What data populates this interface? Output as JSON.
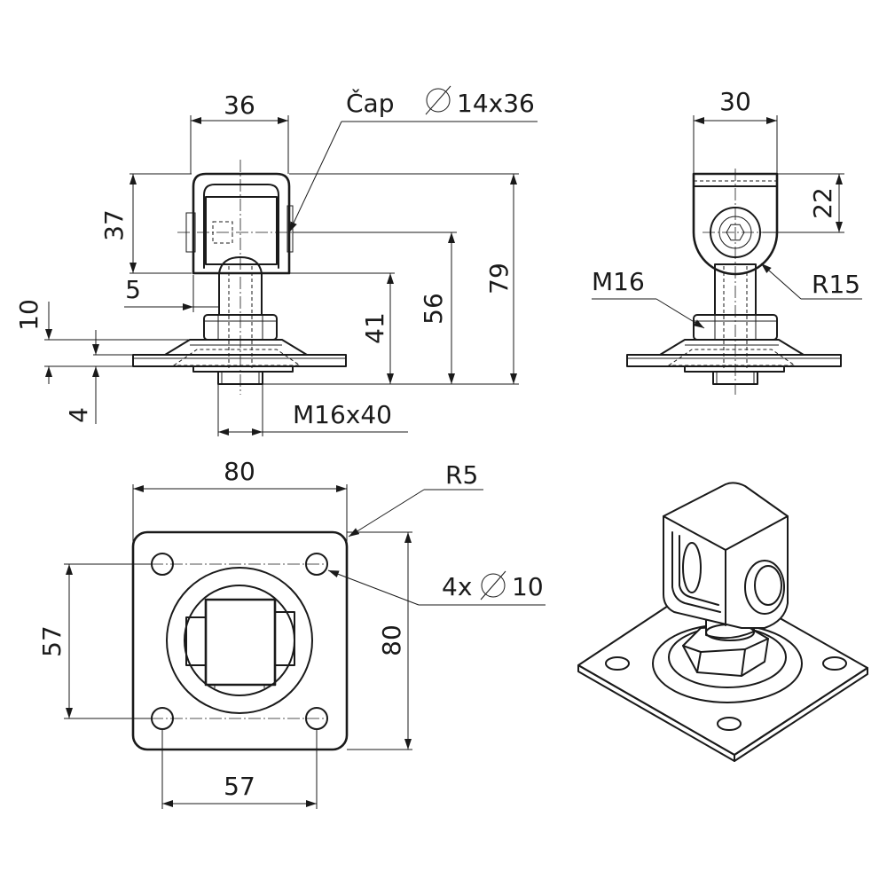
{
  "labels": {
    "front_width": "36",
    "pin_prefix": "Čap",
    "pin_size": "14x36",
    "height_top": "37",
    "offset_5": "5",
    "plate_thickness": "10",
    "nut_thickness": "4",
    "height_41": "41",
    "height_56": "56",
    "overall_height": "79",
    "thread_spec": "M16x40",
    "side_width": "30",
    "side_height": "22",
    "side_thread": "M16",
    "side_radius": "R15",
    "plate_width": "80",
    "corner_radius": "R5",
    "hole_spacing_v": "57",
    "hole_count": "4x",
    "hole_diameter": "10",
    "plate_height": "80",
    "hole_spacing_h": "57"
  }
}
